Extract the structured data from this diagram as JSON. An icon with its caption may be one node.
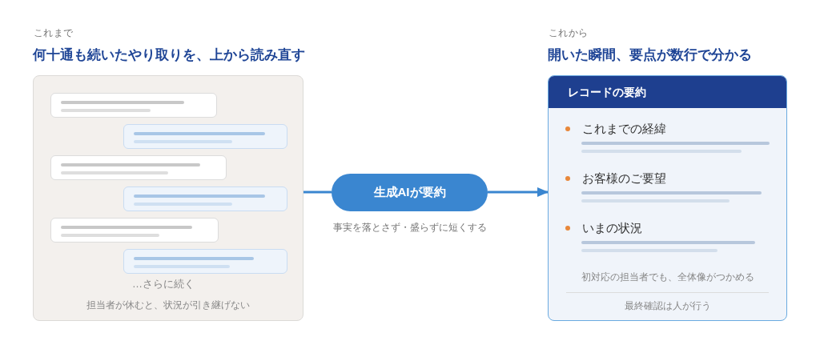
{
  "diagram": {
    "nodes": [
      {
        "text": [
          "これまで",
          "何十通も続いたやり取りを、上から読み直す",
          "…さらに続く",
          "担当者が休むと、状況が引き継げない"
        ]
      },
      {
        "text": [],
        "shape": "box",
        "in": 0
      },
      {
        "text": [],
        "shape": "box",
        "in": 0
      },
      {
        "text": [],
        "shape": "box",
        "in": 0
      },
      {
        "text": [],
        "shape": "box",
        "in": 0
      },
      {
        "text": [],
        "shape": "box",
        "in": 0
      },
      {
        "text": [],
        "shape": "box",
        "in": 0
      },
      {
        "text": [
          "生成AIが要約"
        ],
        "beside": [
          "事実を落とさず・盛らずに短くする"
        ]
      },
      {
        "text": [
          "これから",
          "開いた瞬間、要点が数行で分かる",
          "レコードの要約",
          "これまでの経緯",
          "お客様のご要望",
          "いまの状況",
          "初対応の担当者でも、全体像がつかめる",
          "最終確認は人が行う"
        ]
      }
    ],
    "edges": [
      {
        "from": 0,
        "to": 7,
        "arrow": "none"
      },
      {
        "from": 7,
        "to": 8,
        "arrow": "to"
      }
    ]
  }
}
